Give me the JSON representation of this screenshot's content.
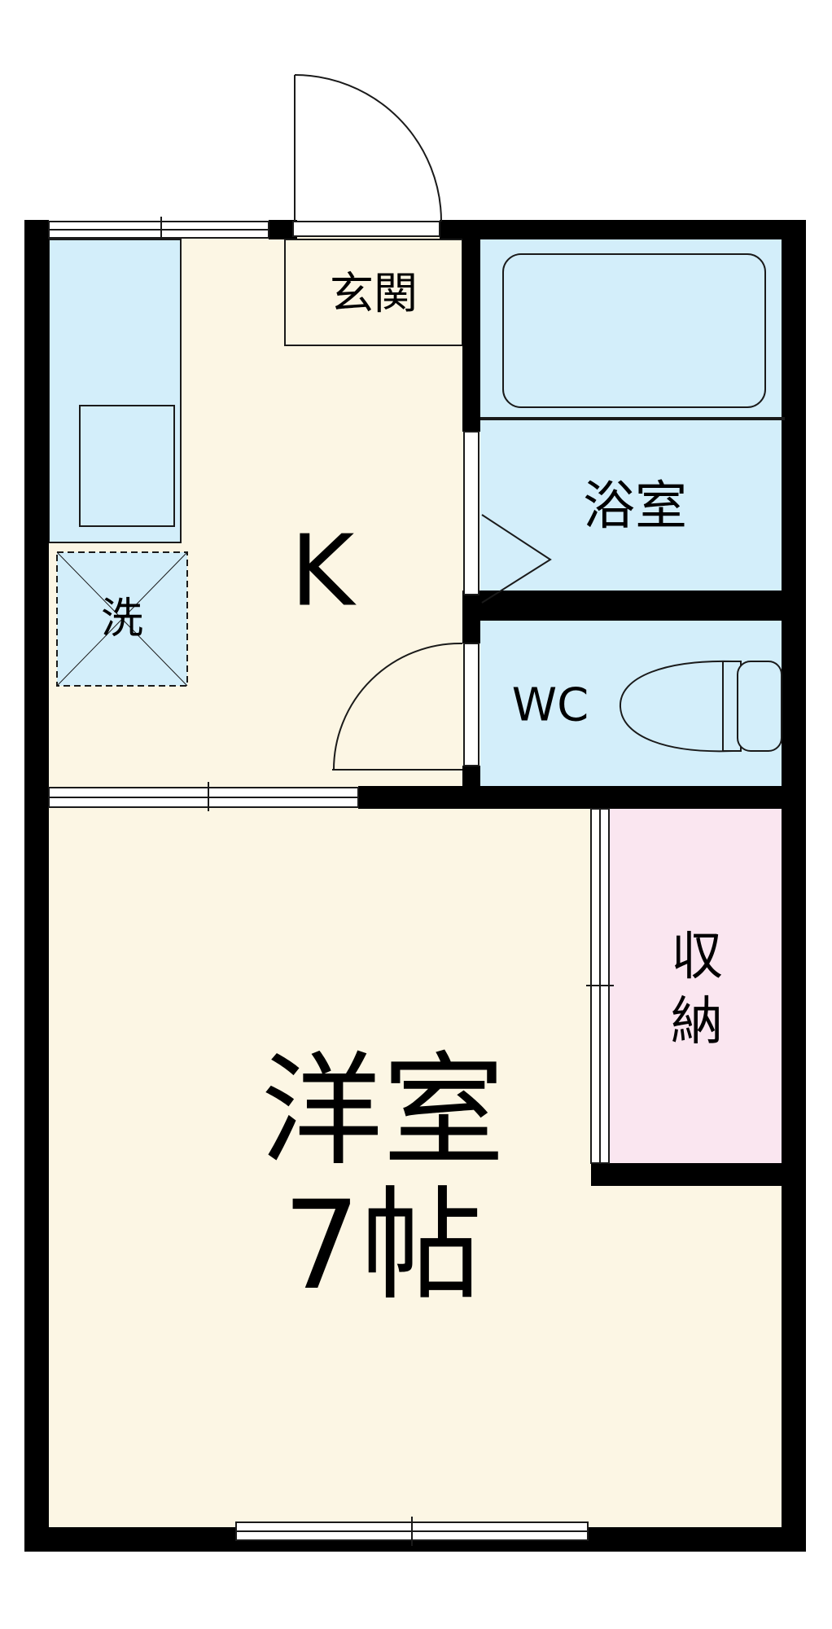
{
  "rooms": {
    "genkan": "玄関",
    "kitchen": "K",
    "washer": "洗",
    "bath": "浴室",
    "wc": "WC",
    "storage_line1": "収",
    "storage_line2": "納",
    "western_name": "洋室",
    "western_size": "7帖"
  },
  "colors": {
    "wall": "#000000",
    "kitchen_floor": "#fcf6e4",
    "living_floor": "#fcf6e4",
    "wet_area": "#d3eefa",
    "storage_floor": "#fae6f0",
    "fixture_line": "#1a1a1a"
  }
}
